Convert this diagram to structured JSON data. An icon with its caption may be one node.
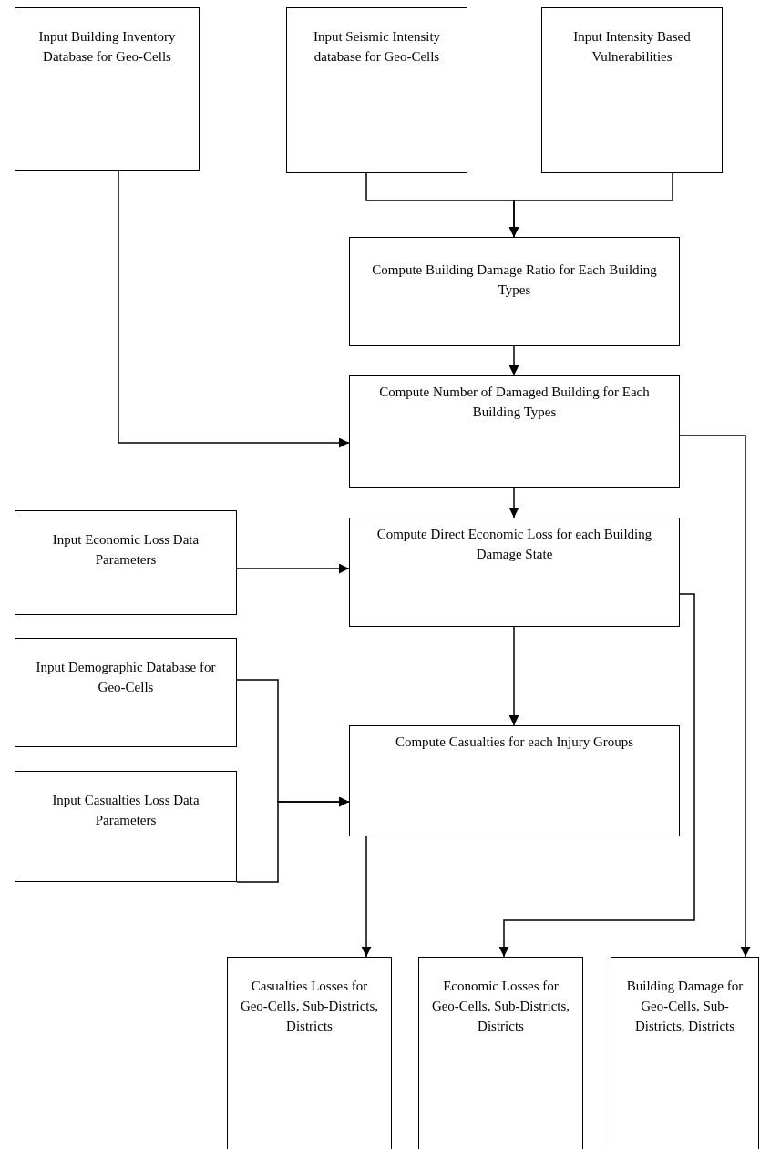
{
  "diagram": {
    "nodes": [
      {
        "text": [
          "Input Building Inventory Database for Geo-Cells"
        ]
      },
      {
        "text": [
          "Input Seismic Intensity database for Geo-Cells"
        ]
      },
      {
        "text": [
          "Input Intensity Based Vulnerabilities"
        ]
      },
      {
        "text": [
          "Compute Building Damage Ratio for Each Building Types"
        ]
      },
      {
        "text": [
          "Compute Number of Damaged Building for Each Building Types"
        ]
      },
      {
        "text": [
          "Input Economic Loss Data Parameters"
        ]
      },
      {
        "text": [
          "Compute Direct Economic Loss for each Building Damage State"
        ]
      },
      {
        "text": [
          "Input Demographic Database for Geo-Cells"
        ]
      },
      {
        "text": [
          "Input Casualties Loss Data Parameters"
        ]
      },
      {
        "text": [
          "Compute Casualties for each Injury Groups"
        ]
      },
      {
        "text": [
          "Casualties Losses for Geo-Cells, Sub-Districts, Districts"
        ]
      },
      {
        "text": [
          "Economic Losses for Geo-Cells, Sub-Districts, Districts"
        ]
      },
      {
        "text": [
          "Building Damage for Geo-Cells, Sub-Districts, Districts"
        ]
      }
    ],
    "edges": [
      {
        "from": 0,
        "to": 4,
        "arrow": "to"
      },
      {
        "from": 1,
        "to": 3,
        "arrow": "to"
      },
      {
        "from": 2,
        "to": 3,
        "arrow": "to"
      },
      {
        "from": 3,
        "to": 4,
        "arrow": "to"
      },
      {
        "from": 4,
        "to": 12,
        "arrow": "to"
      },
      {
        "from": 5,
        "to": 6,
        "arrow": "to"
      },
      {
        "from": 4,
        "to": 6,
        "arrow": "to"
      },
      {
        "from": 6,
        "to": 9,
        "arrow": "to"
      },
      {
        "from": 6,
        "to": 11,
        "arrow": "to"
      },
      {
        "from": 7,
        "to": 9,
        "arrow": "to"
      },
      {
        "from": 8,
        "to": 9,
        "arrow": "to"
      },
      {
        "from": 9,
        "to": 10,
        "arrow": "to"
      }
    ]
  }
}
